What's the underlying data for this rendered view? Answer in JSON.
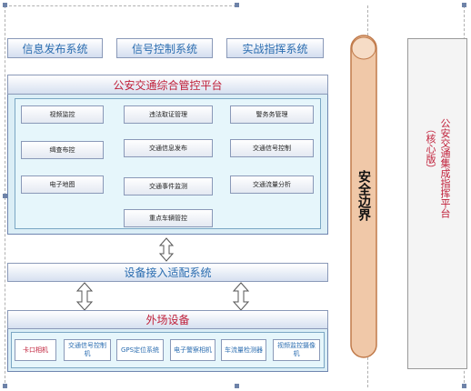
{
  "top_systems": [
    "信息发布系统",
    "信号控制系统",
    "实战指挥系统"
  ],
  "platform": {
    "title": "公安交通综合管控平台",
    "modules": [
      "视频监控",
      "违法取证管理",
      "警务务管理",
      "缉查布控",
      "交通信息发布",
      "交通信号控制",
      "电子地图",
      "交通事件监测",
      "交通流量分析",
      "重点车辆管控"
    ]
  },
  "adapter": "设备接入适配系统",
  "field": {
    "title": "外场设备",
    "devices": [
      "卡口相机",
      "交通信号控制机",
      "GPS定位系统",
      "电子警察相机",
      "车流量检测器",
      "视频监控摄像机"
    ]
  },
  "boundary": "安全边界",
  "right_platform": {
    "line1": "公安交通集成指挥平台",
    "line2": "（核心版）"
  },
  "colors": {
    "accent_blue": "#2b6db0",
    "red_text": "#c0203a",
    "boundary_fill": "#f0c8a8",
    "boundary_stroke": "#c07a4a"
  }
}
